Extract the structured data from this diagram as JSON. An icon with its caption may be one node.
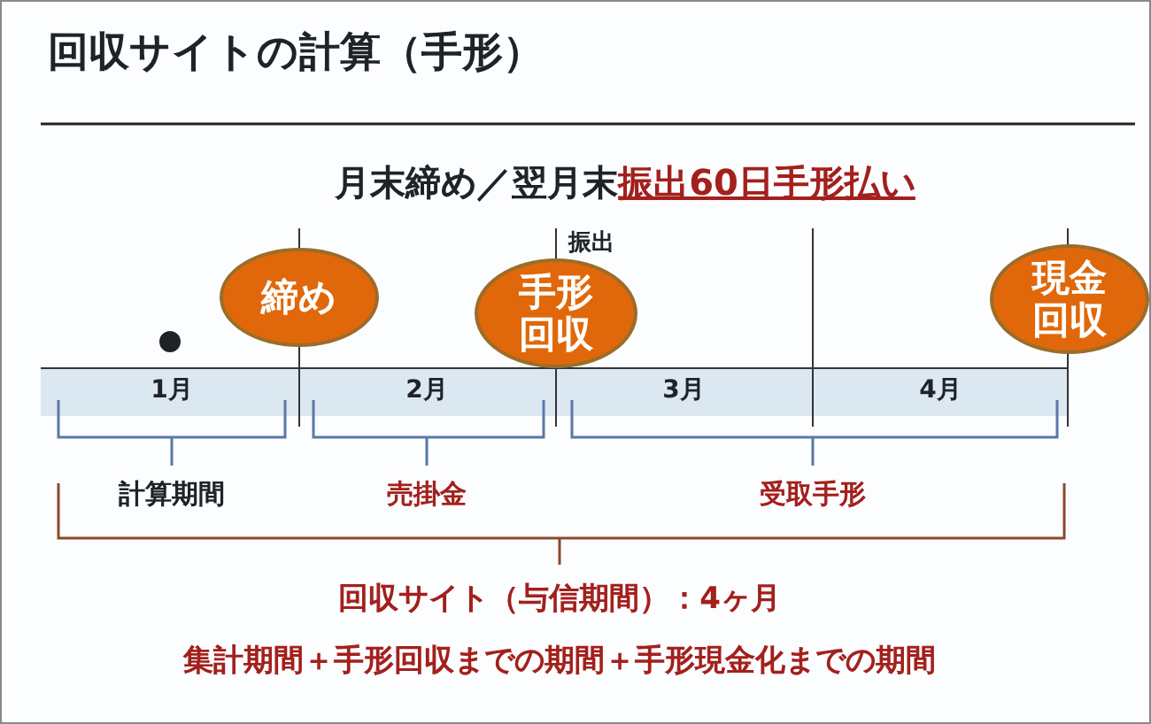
{
  "diagram": {
    "title": "回収サイトの計算（手形）",
    "nodes": [
      {
        "text": [
          "締め"
        ]
      },
      {
        "text": [
          "手形回収"
        ]
      },
      {
        "text": [
          "現金回収"
        ]
      }
    ],
    "labels": [
      "月末締め／翌月末",
      "振出60日手形払い",
      "振出",
      "1月",
      "2月",
      "3月",
      "4月",
      "計算期間",
      "売掛金",
      "受取手形",
      "回収サイト（与信期間）：4ヶ月",
      "集計期間＋手形回収までの期間＋手形現金化までの期間"
    ]
  }
}
